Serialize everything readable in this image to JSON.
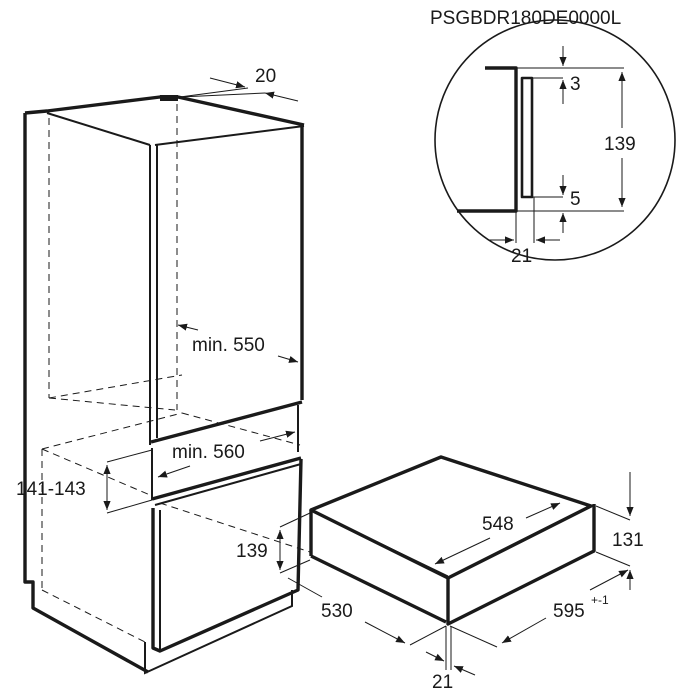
{
  "title": "PSGBDR180DE0000L",
  "detail_view": {
    "dimensions": {
      "top_gap": "3",
      "total_height": "139",
      "bottom_gap": "5",
      "depth": "21"
    }
  },
  "cabinet": {
    "dimensions": {
      "top_offset": "20",
      "min_depth": "min. 550",
      "min_width": "min. 560",
      "niche_height": "141-143",
      "front_height": "139"
    }
  },
  "drawer": {
    "dimensions": {
      "depth": "548",
      "height": "131",
      "body_depth": "530",
      "width": "595",
      "width_tolerance": "+-1",
      "front_thickness": "21"
    }
  },
  "colors": {
    "line": "#1a1a1a",
    "background": "#ffffff"
  }
}
